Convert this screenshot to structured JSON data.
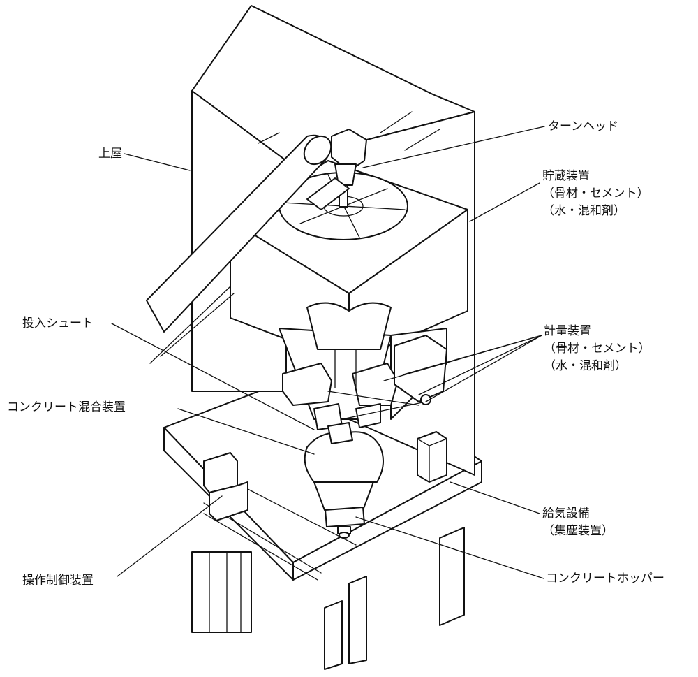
{
  "labels": {
    "roof": "上屋",
    "turn_head": "ターンヘッド",
    "storage": {
      "title": "貯蔵装置",
      "line1": "（骨材・セメント）",
      "line2": "（水・混和剤）"
    },
    "chute": "投入シュート",
    "weighing": {
      "title": "計量装置",
      "line1": "（骨材・セメント）",
      "line2": "（水・混和剤）"
    },
    "mixer": "コンクリート混合装置",
    "air_supply": {
      "title": "給気設備",
      "line1": "（集塵装置）"
    },
    "control": "操作制御装置",
    "hopper": "コンクリートホッパー"
  }
}
